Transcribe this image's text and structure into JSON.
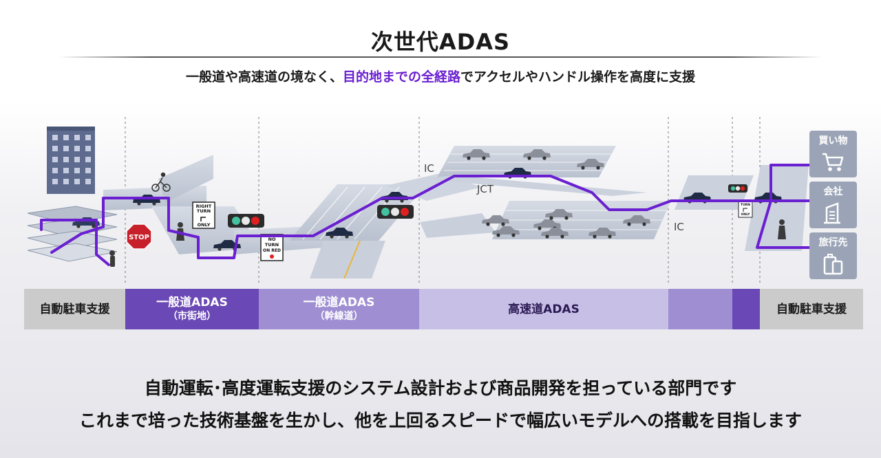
{
  "header": {
    "title": "次世代ADAS",
    "subtitle_pre": "一般道や高速道の境なく、",
    "subtitle_highlight": "目的地までの全経路",
    "subtitle_post": "でアクセルやハンドル操作を高度に支援"
  },
  "diagram": {
    "labels": {
      "ic_left": "IC",
      "jct": "JCT",
      "ic_right": "IC"
    },
    "signs": {
      "stop": "STOP",
      "right_turn": [
        "RIGHT",
        "TURN",
        "ONLY"
      ],
      "no_turn_on_red": [
        "NO",
        "TURN",
        "ON RED"
      ],
      "turn_only": [
        "TURN",
        "ONLY"
      ]
    },
    "destinations": [
      {
        "label": "買い物",
        "icon": "shopping-cart-icon"
      },
      {
        "label": "会社",
        "icon": "office-building-icon"
      },
      {
        "label": "旅行先",
        "icon": "luggage-icon"
      }
    ],
    "route_color": "#6a1fd0"
  },
  "bands": [
    {
      "line1": "自動駐車支援",
      "line2": "",
      "color": "#cbcbcb",
      "text_color": "#1a1a1a"
    },
    {
      "line1": "一般道ADAS",
      "line2": "（市街地）",
      "color": "#6a48b5",
      "text_color": "#ffffff"
    },
    {
      "line1": "一般道ADAS",
      "line2": "（幹線道）",
      "color": "#9f8ed2",
      "text_color": "#ffffff"
    },
    {
      "line1": "高速道ADAS",
      "line2": "",
      "color": "#c8bfe6",
      "text_color": "#2a1a55"
    },
    {
      "line1": "",
      "line2": "",
      "color": "#9f8ed2",
      "text_color": "#ffffff"
    },
    {
      "line1": "",
      "line2": "",
      "color": "#6a48b5",
      "text_color": "#ffffff"
    },
    {
      "line1": "自動駐車支援",
      "line2": "",
      "color": "#cbcbcb",
      "text_color": "#1a1a1a"
    }
  ],
  "footer": {
    "line1": "自動運転･高度運転支援のシステム設計および商品開発を担っている部門です",
    "line2": "これまで培った技術基盤を生かし、他を上回るスピードで幅広いモデルへの搭載を目指します"
  }
}
